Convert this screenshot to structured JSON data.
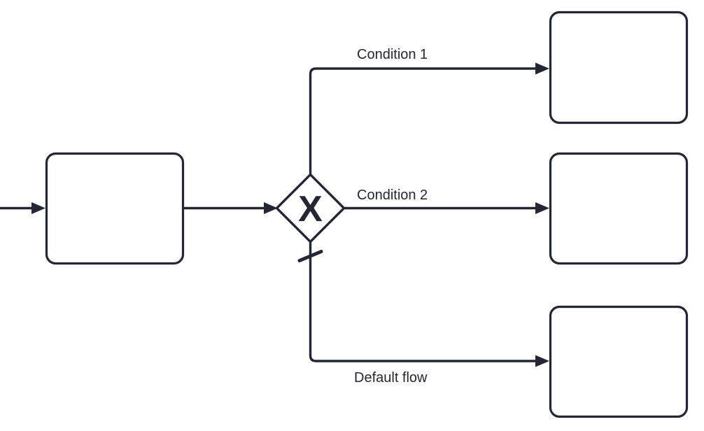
{
  "diagram": {
    "kind": "bpmn-exclusive-gateway-branching",
    "colors": {
      "stroke": "#242733",
      "shape_fill": "#ffffff",
      "background": "#ffffff"
    },
    "gateway": {
      "type": "exclusive-gateway",
      "symbol": "X"
    },
    "flows": [
      {
        "label": "Condition 1"
      },
      {
        "label": "Condition 2"
      },
      {
        "label": "Default flow",
        "marker": "default-flow-tick"
      }
    ]
  }
}
